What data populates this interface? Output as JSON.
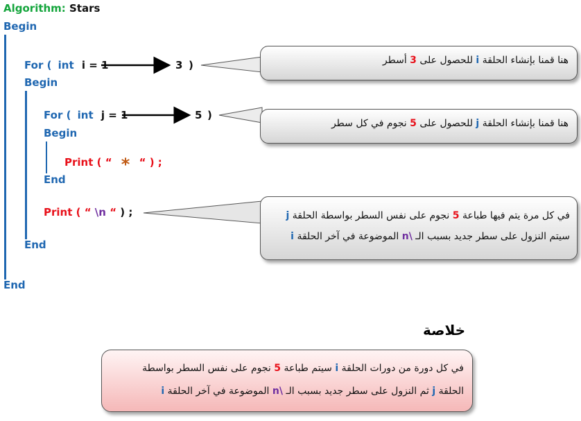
{
  "header": {
    "algorithm_label": "Algorithm:",
    "algorithm_name": "Stars"
  },
  "code": {
    "begin_outer": "Begin",
    "for_i": {
      "kw_for": "For (",
      "kw_int": "int",
      "var": "i = 1",
      "end": "3",
      "paren": ")"
    },
    "begin_i": "Begin",
    "for_j": {
      "kw_for": "For (",
      "kw_int": "int",
      "var": "j = 1",
      "end": "5",
      "paren": ")"
    },
    "begin_j": "Begin",
    "print_star": {
      "kw": "Print (",
      "open_quote": "“",
      "star": "*",
      "close_quote": "“",
      "tail": ") ;"
    },
    "end_j": "End",
    "print_newline": {
      "kw": "Print (",
      "open_quote": "“",
      "escape": "\\n",
      "close_quote": "“",
      "tail": ") ;"
    },
    "end_i": "End",
    "end_outer": "End"
  },
  "callouts": {
    "loop_i": {
      "before": "هنا قمنا بإنشاء الحلقة",
      "var": "i",
      "mid": "للحصول على",
      "num": "3",
      "after": "أسطر"
    },
    "loop_j": {
      "before": "هنا قمنا بإنشاء الحلقة",
      "var": "j",
      "mid": "للحصول على",
      "num": "5",
      "after": "نجوم في كل سطر"
    },
    "newline": {
      "line1_a": "في كل مرة يتم فيها طباعة",
      "line1_num": "5",
      "line1_b": "نجوم على نفس السطر بواسطة الحلقة",
      "line1_var": "j",
      "line2_a": "سيتم النزول على سطر جديد بسبب الـ",
      "line2_esc": "\\n",
      "line2_b": "الموضوعة في آخر الحلقة",
      "line2_var": "i"
    }
  },
  "summary": {
    "title": "خلاصة",
    "line1_a": "في كل دورة من دورات الحلقة",
    "line1_var": "i",
    "line1_b": "سيتم طباعة",
    "line1_num": "5",
    "line1_c": "نجوم على نفس السطر بواسطة",
    "line2_a": "الحلقة",
    "line2_var": "j",
    "line2_b": "ثم النزول على سطر جديد بسبب الـ",
    "line2_esc": "\\n",
    "line2_c": "الموضوعة في آخر الحلقة",
    "line2_var2": "i"
  },
  "colors": {
    "keyword": "#1f67b1",
    "print": "#e8101a",
    "title": "#14a53c",
    "escape": "#7030a0",
    "star": "#c05a14"
  }
}
